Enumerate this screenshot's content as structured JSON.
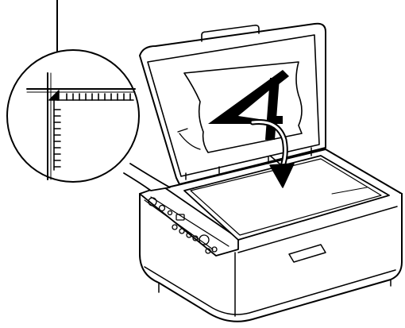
{
  "illustration": {
    "subject": "scanner",
    "callout": "magnified-corner-alignment-mark",
    "action": "place-document-face-down"
  },
  "colors": {
    "line": "#000000",
    "background": "#ffffff"
  },
  "icons": {
    "arrow": "curved-arrow-icon",
    "alignment": "corner-alignment-mark-icon",
    "document": "document-page-icon"
  }
}
